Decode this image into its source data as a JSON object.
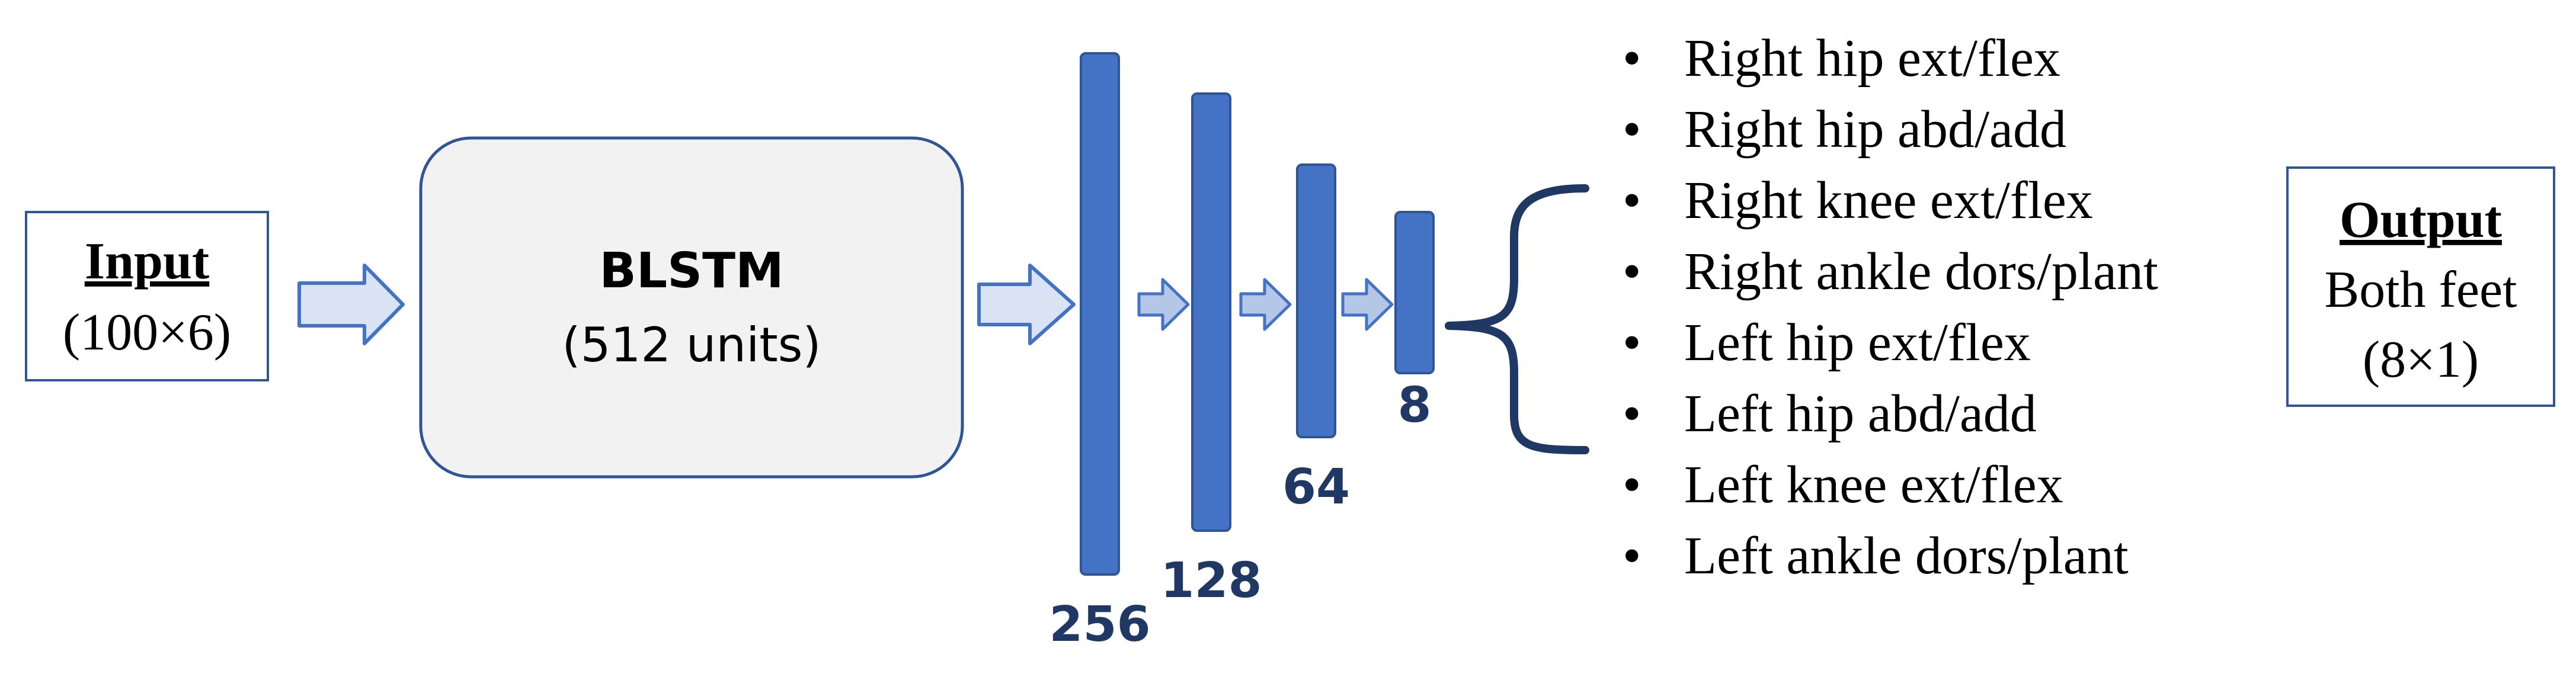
{
  "input": {
    "title": "Input",
    "shape": "(100×6)"
  },
  "blstm": {
    "title": "BLSTM",
    "units": "(512 units)"
  },
  "dense_layers": [
    {
      "label": "256"
    },
    {
      "label": "128"
    },
    {
      "label": "64"
    },
    {
      "label": "8"
    }
  ],
  "outputs": [
    "Right hip ext/flex",
    "Right hip abd/add",
    "Right knee ext/flex",
    "Right ankle dors/plant",
    "Left hip ext/flex",
    "Left hip abd/add",
    "Left knee ext/flex",
    "Left ankle dors/plant"
  ],
  "bullet": "•",
  "output": {
    "title": "Output",
    "line1": "Both feet",
    "line2": "(8×1)"
  },
  "colors": {
    "layer_fill": "#4472C4",
    "layer_stroke": "#2F5597",
    "arrow_fill": "#DAE3F3",
    "arrow_fill_small": "#B4C7E7",
    "arrow_stroke": "#4472C4",
    "blstm_fill": "#F2F2F2",
    "blstm_stroke": "#2F5597",
    "label_color": "#203864",
    "brace_color": "#1F3864"
  }
}
